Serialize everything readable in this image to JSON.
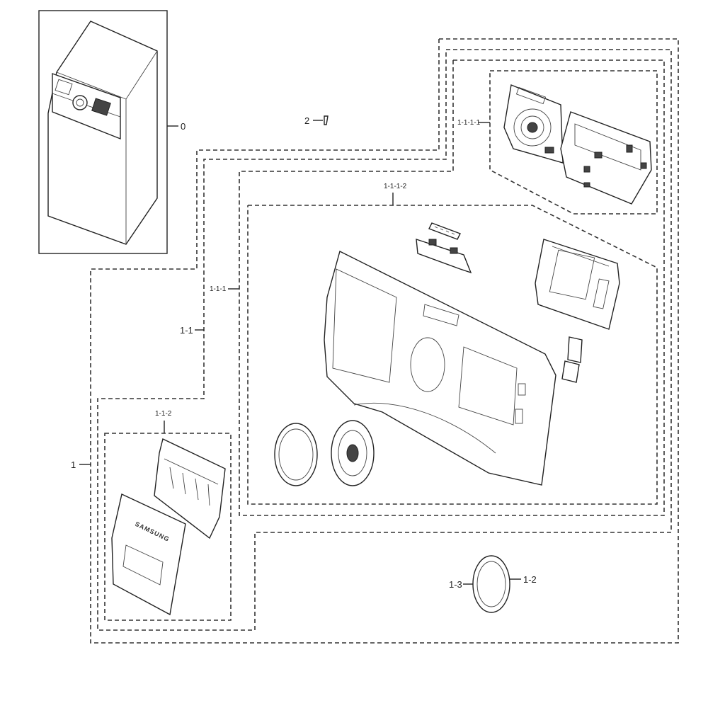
{
  "labels": {
    "assembly": "0",
    "item_2": "2",
    "group_1": "1",
    "group_1_1": "1-1",
    "group_1_1_1": "1-1-1",
    "group_1_1_1_1": "1-1-1-1",
    "group_1_1_1_2": "1-1-1-2",
    "group_1_1_2": "1-1-2",
    "item_1_2": "1-2",
    "item_1_3": "1-3"
  },
  "drawer_brand": "SAMSUNG",
  "colors": {
    "line": "#222222",
    "dash": "#333333",
    "background": "#ffffff"
  }
}
